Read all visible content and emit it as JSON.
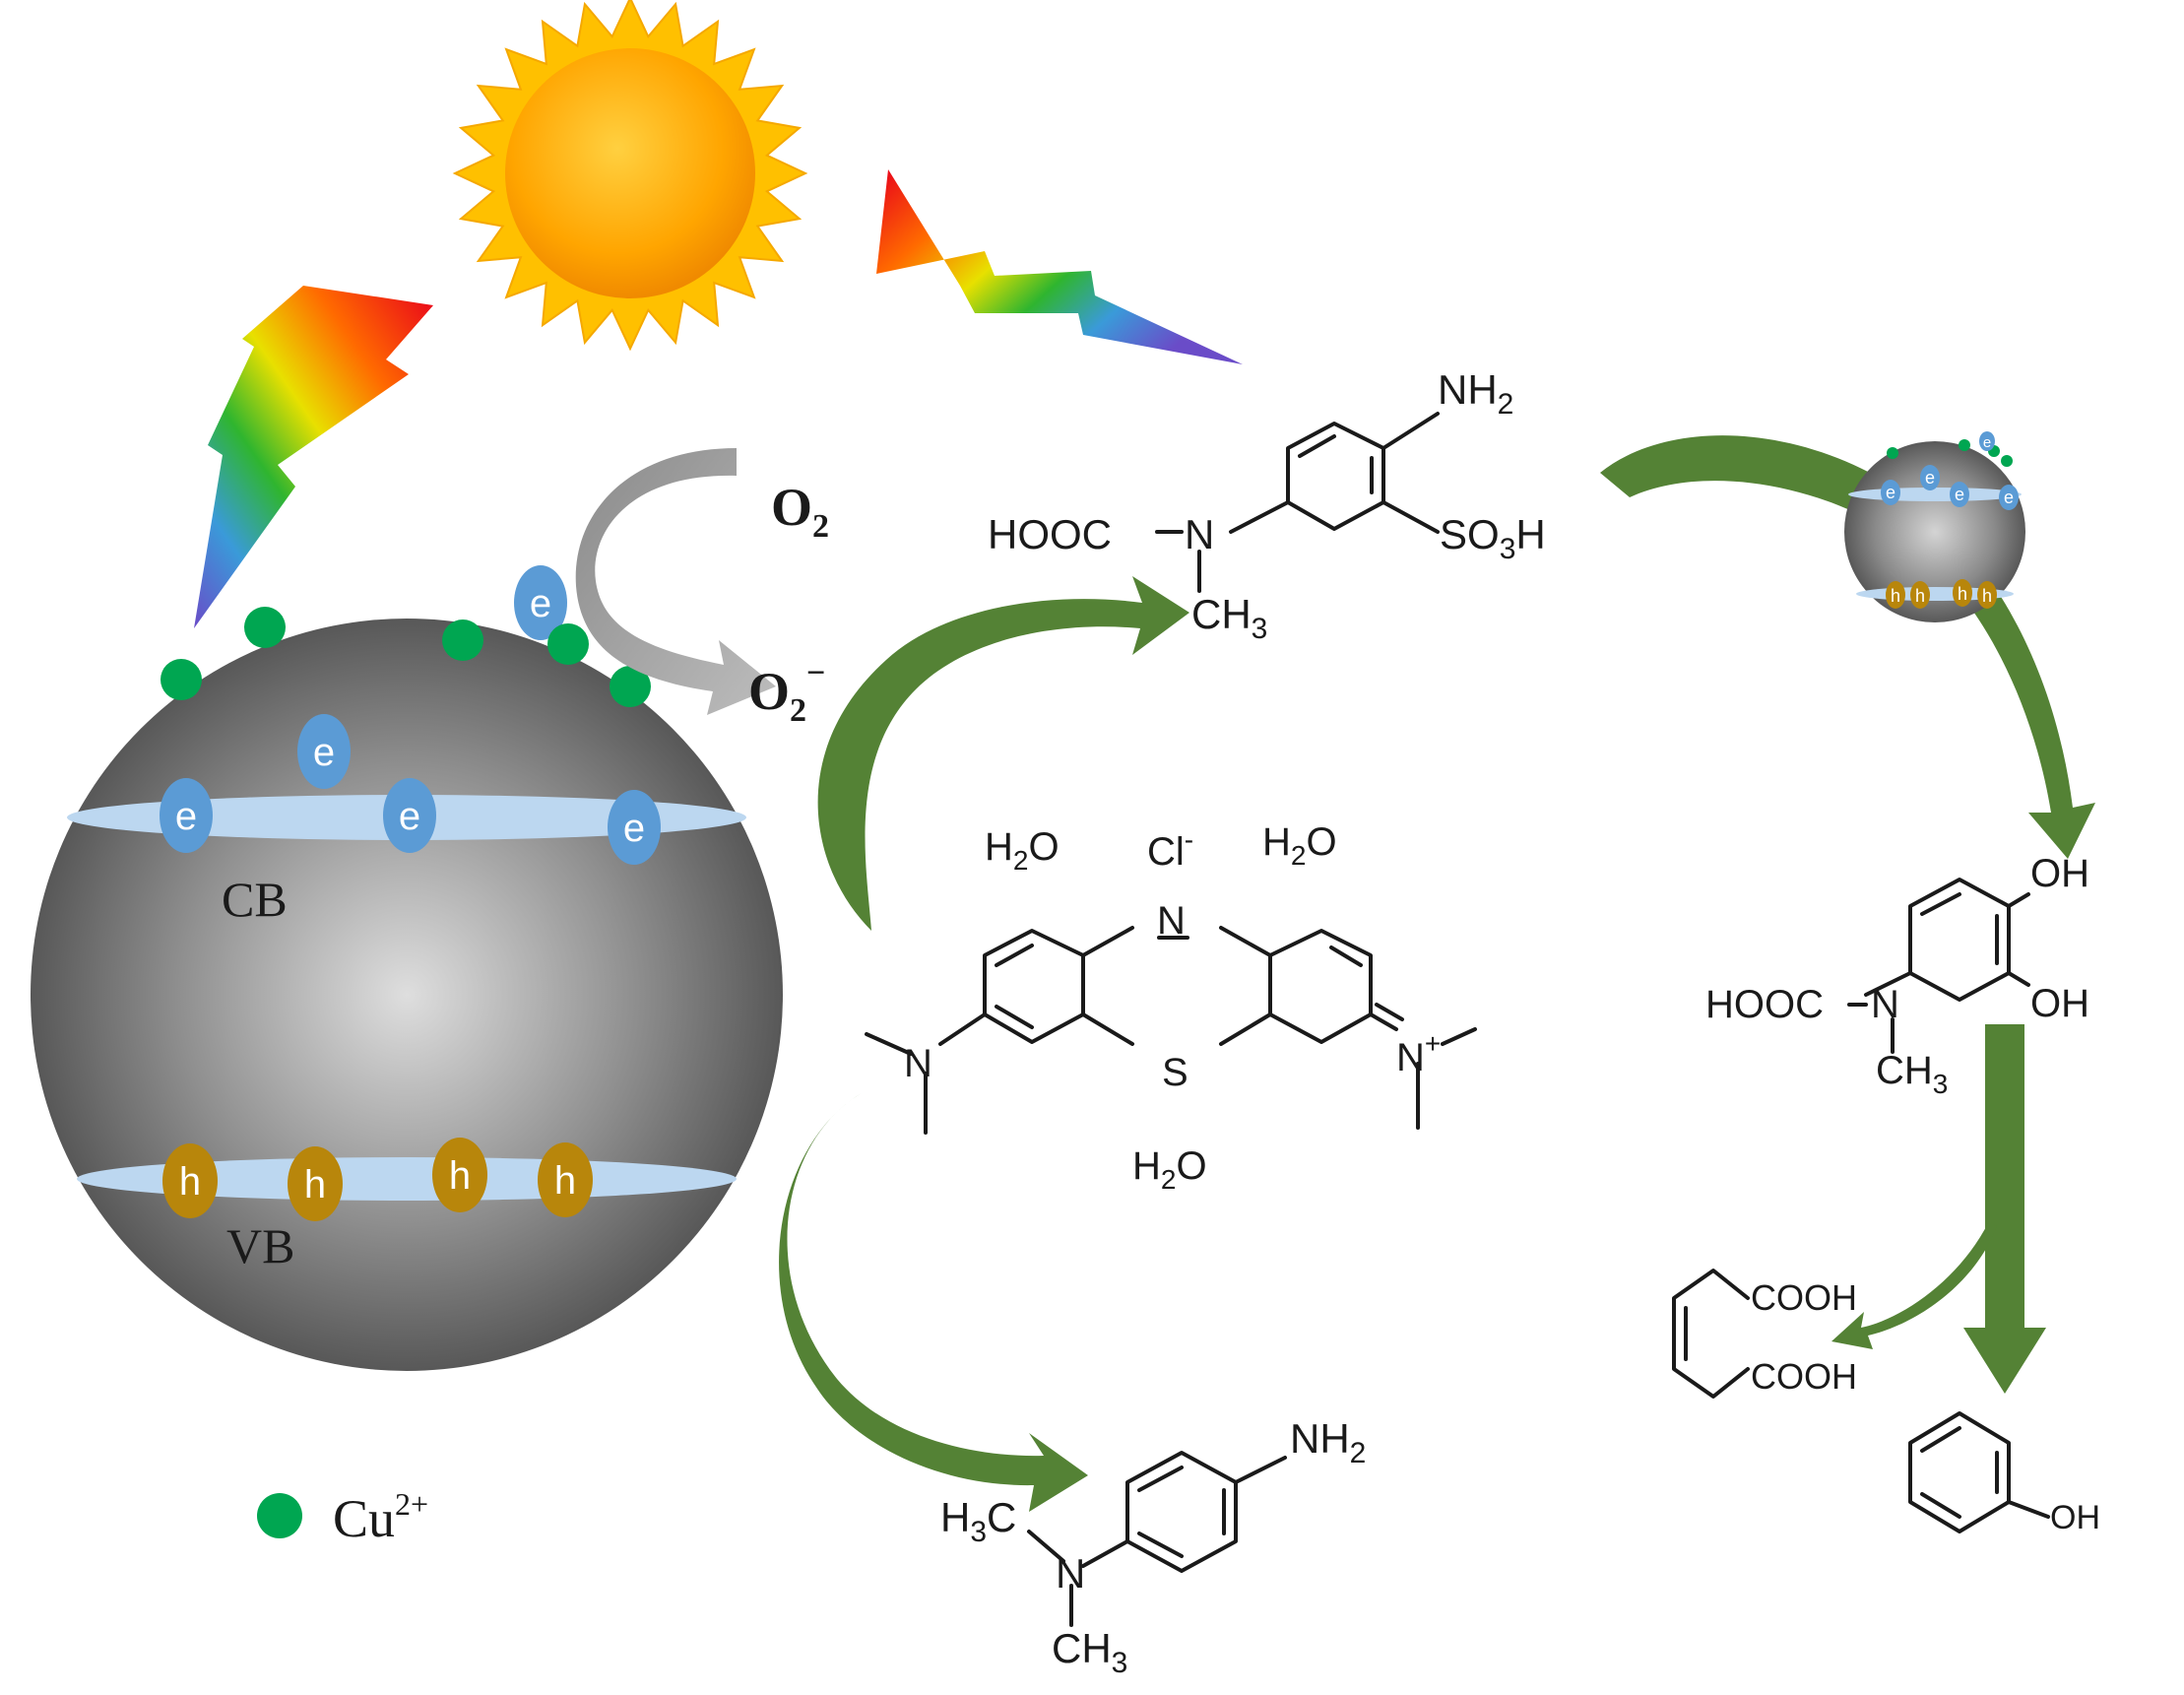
{
  "colors": {
    "electron": "#5b9bd5",
    "hole": "#b8860b",
    "band": "#bcd7f0",
    "copper": "#00a651",
    "arrow_green": "#548235",
    "arrow_gray": "#9a9a9a",
    "sphere": "#8a8a8a"
  },
  "labels": {
    "electron": "e",
    "hole": "h",
    "cb": "CB",
    "vb": "VB",
    "o2": "O",
    "o2_sub": "2",
    "o2_radical": "O",
    "o2_radical_sub": "2",
    "o2_radical_sup": "−",
    "legend_cu": "Cu",
    "legend_cu_sup": "2+"
  },
  "molecules": {
    "methylene_blue": {
      "water_left": "H",
      "water_left_sub": "2",
      "water_left_o": "O",
      "chloride": "Cl",
      "chloride_sup": "-",
      "water_right": "H",
      "water_right_sub": "2",
      "water_right_o": "O",
      "water_bottom": "H",
      "water_bottom_sub": "2",
      "water_bottom_o": "O",
      "n_ring": "N",
      "s_ring": "S",
      "n_left": "N",
      "n_right": "N",
      "n_right_sup": "+"
    },
    "sulfonated": {
      "nh2": "NH",
      "nh2_sub": "2",
      "hooc": "HOOC",
      "n": "N",
      "so3h": "SO",
      "so3h_sub": "3",
      "so3h_h": "H",
      "ch3": "CH",
      "ch3_sub": "3"
    },
    "catechol": {
      "oh_top": "OH",
      "oh_bottom": "OH",
      "hooc": "HOOC",
      "n": "N",
      "ch3": "CH",
      "ch3_sub": "3"
    },
    "diacid": {
      "cooh_top": "COOH",
      "cooh_bottom": "COOH"
    },
    "phenol": {
      "oh": "OH"
    },
    "aniline": {
      "nh2": "NH",
      "nh2_sub": "2",
      "h3c": "H",
      "h3c_sub": "3",
      "h3c_c": "C",
      "n": "N",
      "ch3": "CH",
      "ch3_sub": "3"
    }
  }
}
